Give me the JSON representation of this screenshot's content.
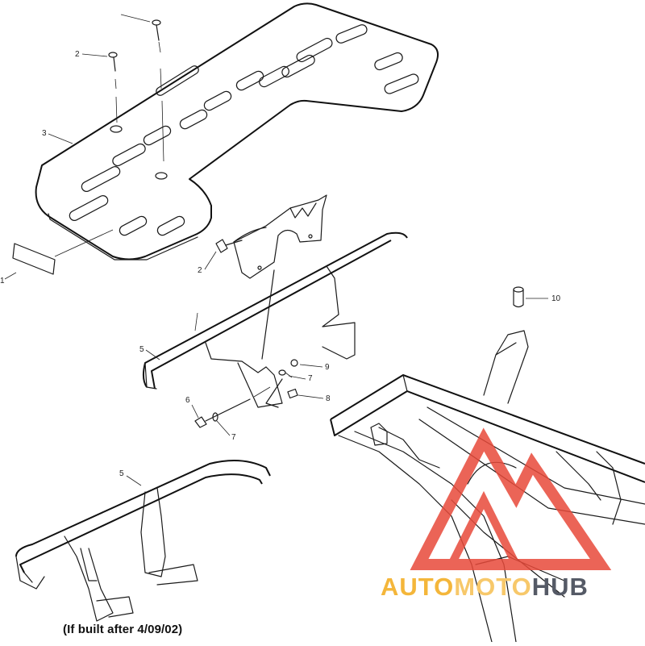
{
  "callouts": {
    "c1": "1",
    "c2a": "2",
    "c2b": "2",
    "c3": "3",
    "c5a": "5",
    "c5b": "5",
    "c6": "6",
    "c7a": "7",
    "c7b": "7",
    "c8": "8",
    "c9": "9",
    "c10": "10"
  },
  "caption": "(If built after 4/09/02)",
  "watermark": {
    "part1": "AUTO",
    "part2": "MOTO",
    "part3": "HUB"
  },
  "colors": {
    "line": "#1a1a1a",
    "watermark_red": "#e84a3a",
    "watermark_orange": "#f4b63a",
    "watermark_gray": "#555a66"
  }
}
